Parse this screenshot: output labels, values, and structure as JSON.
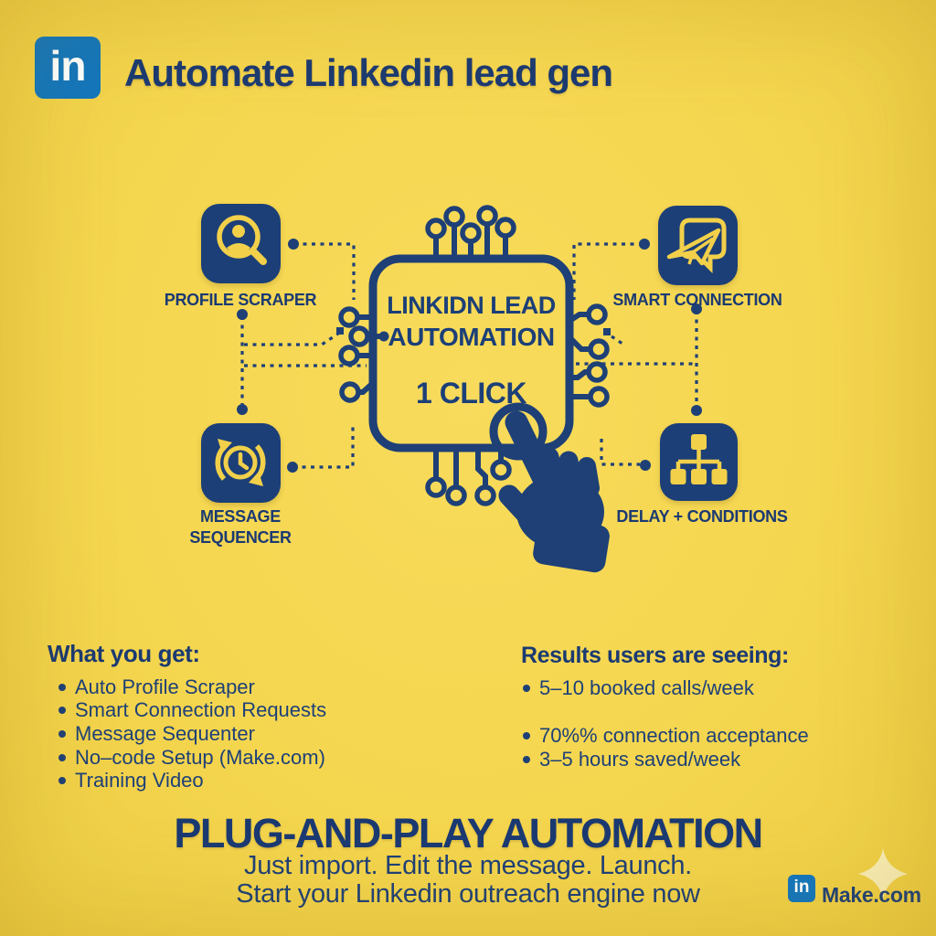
{
  "colors": {
    "background_yellow": "#F5D64F",
    "navy_line": "#1E4077",
    "text_navy": "#1B3A72",
    "linkedin_blue": "#1276BD",
    "icon_glyph_yellow": "#F2D04A",
    "sparkle_cream": "#F8EDB9"
  },
  "header": {
    "logo_text": "in",
    "title": "Automate Linkedin lead gen"
  },
  "diagram": {
    "chip": {
      "title_line1": "LINKIDN LEAD",
      "title_line2": "AUTOMATION",
      "subtitle": "1 CLICK"
    },
    "nodes": [
      {
        "label": "PROFILE SCRAPER",
        "icon": "profile-search-icon"
      },
      {
        "label": "SMART CONNECTION",
        "icon": "send-message-icon"
      },
      {
        "label": "MESSAGE SEQUENCER",
        "icon": "clock-cycle-icon"
      },
      {
        "label": "DELAY + CONDITIONS",
        "icon": "flowchart-icon"
      }
    ]
  },
  "what_you_get": {
    "heading": "What you get:",
    "items": [
      "Auto Profile Scraper",
      "Smart Connection Requests",
      "Message Sequenter",
      "No–code Setup (Make.com)",
      "Training Video"
    ]
  },
  "results": {
    "heading": "Results users are seeing:",
    "items": [
      "5–10 booked calls/week",
      "70%% connection acceptance",
      "3–5 hours saved/week"
    ]
  },
  "footer": {
    "headline": "PLUG-AND-PLAY AUTOMATION",
    "subline1": "Just import. Edit the message. Launch.",
    "subline2": "Start your Linkedin outreach engine now",
    "brand_logo_text": "in",
    "brand_name": "Make.com"
  }
}
